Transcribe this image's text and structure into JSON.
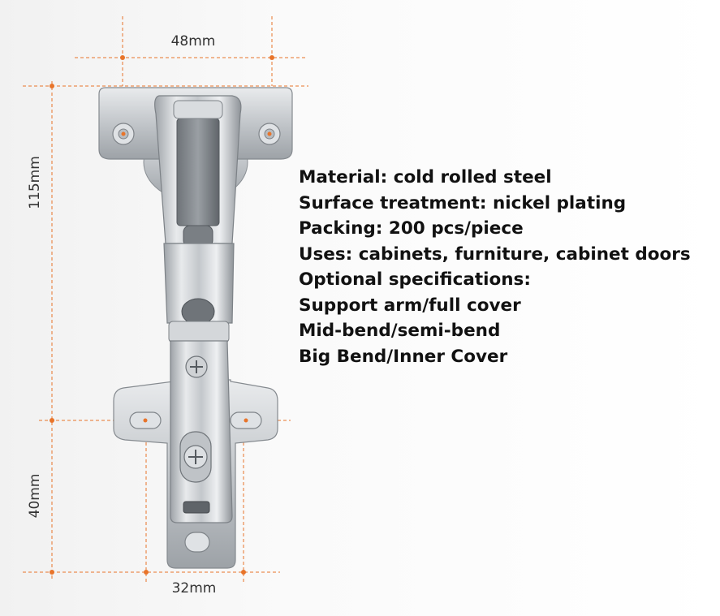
{
  "dimensions": {
    "top_width": "48mm",
    "total_height": "115mm",
    "plate_height": "40mm",
    "bottom_width": "32mm"
  },
  "specs": [
    "Material: cold rolled steel",
    "Surface treatment: nickel plating",
    "Packing: 200 pcs/piece",
    "Uses: cabinets, furniture, cabinet doors",
    "Optional specifications:",
    "Support arm/full cover",
    "Mid-bend/semi-bend",
    "Big Bend/Inner Cover"
  ],
  "colors": {
    "dimension_line": "#e8742a",
    "text": "#111111",
    "metal": "#c9ccd0"
  }
}
